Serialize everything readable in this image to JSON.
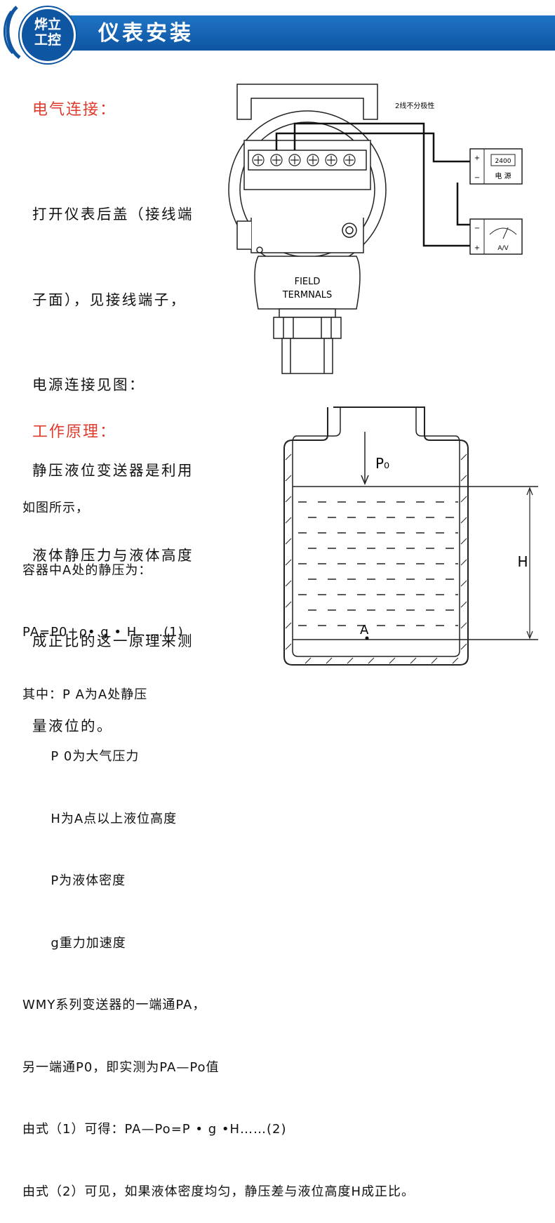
{
  "header": {
    "logo_line1": "烨立",
    "logo_line2": "工控",
    "title": "仪表安装"
  },
  "electrical": {
    "title": "电气连接：",
    "lines": [
      "打开仪表后盖（接线端",
      "子面），见接线端子，",
      "电源连接见图：",
      "静压液位变送器是利用",
      "液体静压力与液体高度",
      "成正比的这一原理来测",
      "量液位的。"
    ],
    "diagram": {
      "note": "2线不分极性",
      "housing_label_1": "FIELD",
      "housing_label_2": "TERMNALS",
      "power_display": "2400",
      "power_label": "电 源",
      "meter_label": "A/V",
      "plus": "+",
      "minus": "−"
    }
  },
  "principle": {
    "title": "工作原理：",
    "lines": [
      "如图所示，",
      "容器中A处的静压为：",
      "PA=P0+ρ• g • H……(1)",
      "其中：P A为A处静压",
      "      P 0为大气压力",
      "      H为A点以上液位高度",
      "      P为液体密度",
      "      g重力加速度",
      "WMY系列变送器的一端通PA，",
      "另一端通P0，即实测为PA—Po值",
      "由式（1）可得：PA—Po=P • g •H……(2)",
      "由式（2）可见，如果液体密度均匀，静压差与液位高度H成正比。"
    ],
    "diagram": {
      "p0_label": "P₀",
      "h_label": "H",
      "a_label": "A"
    }
  }
}
